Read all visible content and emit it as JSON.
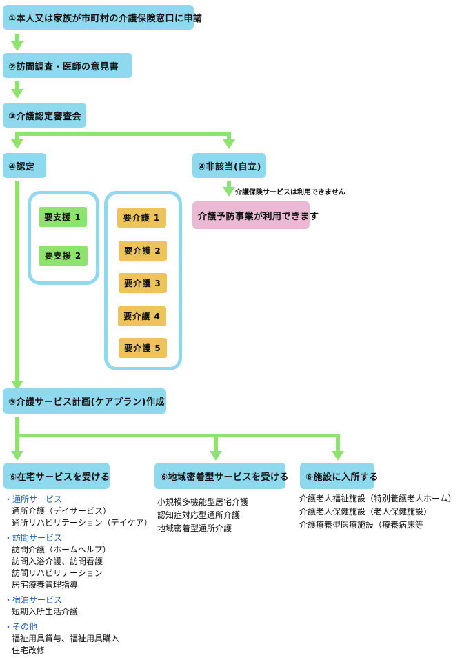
{
  "steps": {
    "step1": "①本人又は家族が市町村の介護保険窓口に申請",
    "step2": "②訪問調査・医師の意見書",
    "step3": "③介護認定審査会",
    "step4_certified": "④認定",
    "step4_not_applicable": "④非該当(自立)",
    "not_applicable_note": "介護保険サービスは利用できません",
    "prevention": "介護予防事業が利用できます",
    "step5": "⑤介護サービス計画(ケアプラン)作成",
    "step6_home": "⑥在宅サービスを受ける",
    "step6_community": "⑥地域密着型サービスを受ける",
    "step6_facility": "⑥施設に入所する"
  },
  "support_levels": [
    "要支援 1",
    "要支援 2"
  ],
  "care_levels": [
    "要介護 1",
    "要介護 2",
    "要介護 3",
    "要介護 4",
    "要介護 5"
  ],
  "home_services": [
    {
      "category": "・通所サービス",
      "items": [
        "通所介護（デイサービス）",
        "通所リハビリテーション（デイケア）"
      ]
    },
    {
      "category": "・訪問サービス",
      "items": [
        "訪問介護（ホームヘルプ）",
        "訪問入浴介護、訪問看護",
        "訪問リハビリテーション",
        "居宅療養管理指導"
      ]
    },
    {
      "category": "・宿泊サービス",
      "items": [
        "短期入所生活介護"
      ]
    },
    {
      "category": "・その他",
      "items": [
        "福祉用具貸与、福祉用具購入",
        "住宅改修"
      ]
    }
  ],
  "community_services": [
    "小規模多機能型居宅介護",
    "認知症対応型通所介護",
    "地域密着型通所介護"
  ],
  "facility_services": [
    "介護老人福祉施設（特別養護老人ホーム）",
    "介護老人保健施設（老人保健施設）",
    "介護療養型医療施設（療養病床等"
  ],
  "colors": {
    "box_blue": "#8fd9ee",
    "arrow_green": "#8ee36e",
    "support_green": "#8ee36e",
    "care_orange": "#ecc45b",
    "prevention_pink": "#eab9d3",
    "category_blue": "#1f5fae"
  }
}
